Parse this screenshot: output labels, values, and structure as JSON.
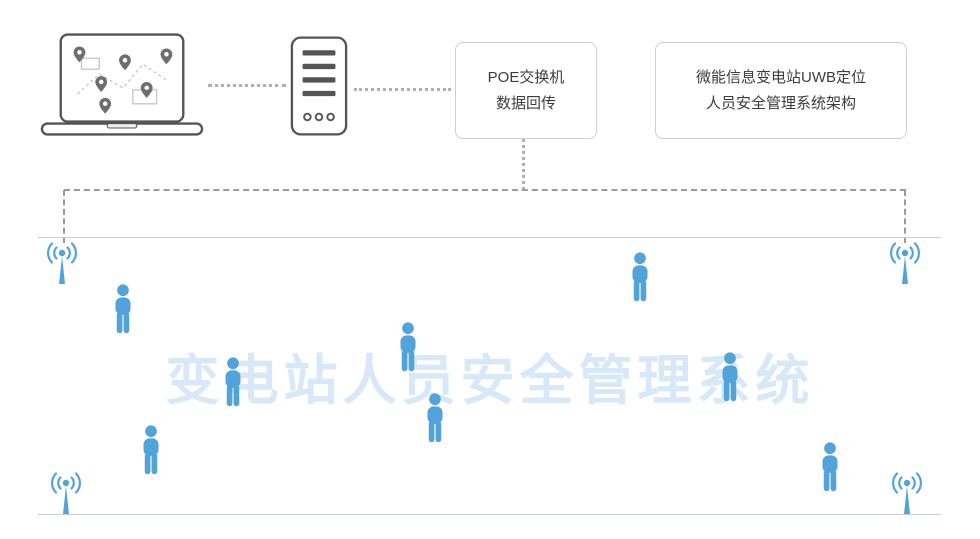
{
  "boxes": {
    "poe": {
      "line1": "POE交换机",
      "line2": "数据回传"
    },
    "title": {
      "line1": "微能信息变电站UWB定位",
      "line2": "人员安全管理系统架构"
    }
  },
  "watermark": {
    "text": "变电站人员安全管理系统"
  },
  "colors": {
    "accent_blue": "#52a3da",
    "watermark_blue": "#d7e8f8",
    "dot_gray": "#b0b0b0",
    "dash_gray": "#9b9b9b",
    "border_gray": "#cfcfcf",
    "ink": "#3d3d3d",
    "boundary_gray": "#c9cfd6"
  },
  "icons": {
    "laptop": "monitoring-laptop-map-icon",
    "server": "server-icon",
    "antenna": "uwb-anchor-antenna-icon",
    "person": "person-icon"
  }
}
